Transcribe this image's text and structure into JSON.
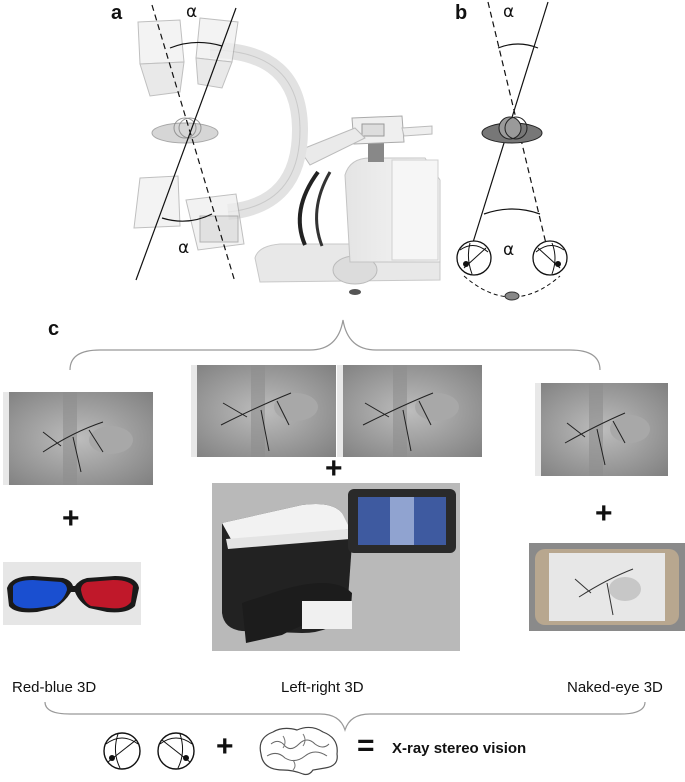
{
  "panels": {
    "a": "a",
    "b": "b",
    "c": "c"
  },
  "angle_symbol": "α",
  "modes": {
    "red_blue": "Red-blue 3D",
    "left_right": "Left-right 3D",
    "naked_eye": "Naked-eye 3D"
  },
  "operators": {
    "plus": "+",
    "equals": "="
  },
  "result": "X-ray stereo vision",
  "colors": {
    "red_lens": "#c0182a",
    "blue_lens": "#1a4fd0",
    "frame": "#1a1a1a"
  }
}
